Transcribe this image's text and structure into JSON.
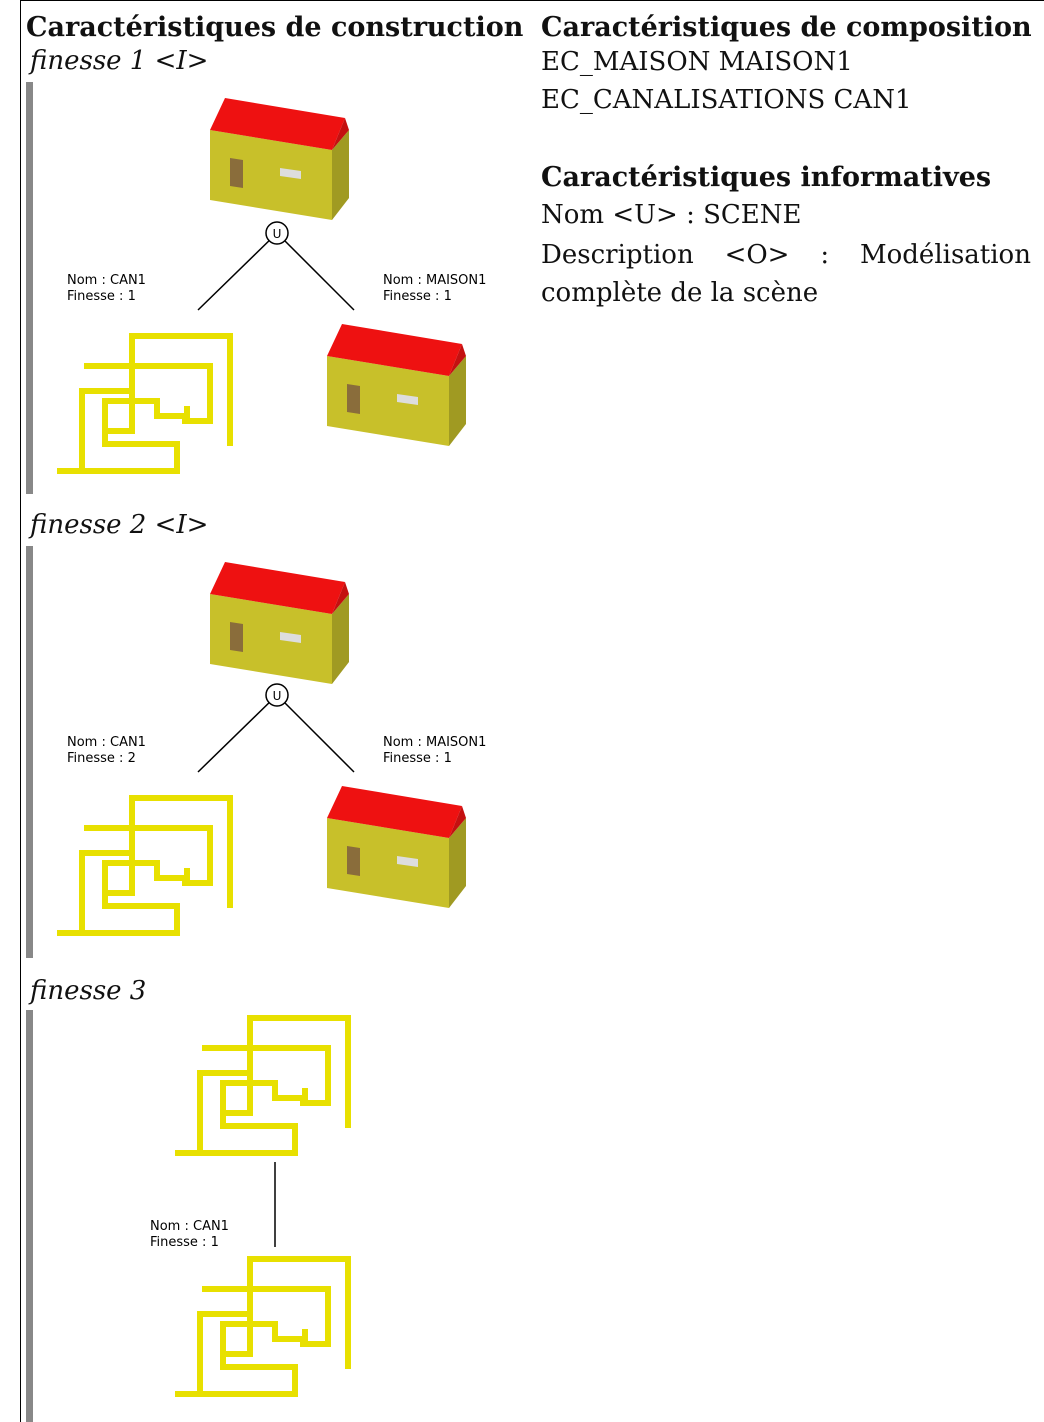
{
  "left_heading": "Caractéristiques de construction",
  "right": {
    "composition_heading": "Caractéristiques de composition",
    "composition_items": [
      "EC_MAISON MAISON1",
      "EC_CANALISATIONS CAN1"
    ],
    "informative_heading": "Caractéristiques informatives",
    "nom_line": "Nom <U> : SCENE",
    "description": {
      "word1": "Description",
      "word2": "<O>",
      "word3": ":",
      "word4": "Modélisation",
      "line2": "complète de la scène"
    }
  },
  "levels": [
    {
      "title": "finesse 1 <I>",
      "operator": "U",
      "left_child": {
        "nom": "Nom : CAN1",
        "finesse": "Finesse : 1"
      },
      "right_child": {
        "nom": "Nom : MAISON1",
        "finesse": "Finesse : 1"
      }
    },
    {
      "title": "finesse 2 <I>",
      "operator": "U",
      "left_child": {
        "nom": "Nom : CAN1",
        "finesse": "Finesse : 2"
      },
      "right_child": {
        "nom": "Nom : MAISON1",
        "finesse": "Finesse : 1"
      }
    },
    {
      "title": "finesse 3",
      "child": {
        "nom": "Nom : CAN1",
        "finesse": "Finesse : 1"
      }
    }
  ],
  "colors": {
    "roof": "#ee1111",
    "wall_front": "#c8c02a",
    "wall_side": "#a09a22",
    "door": "#8a6d3b",
    "window": "#dddddd",
    "pipe": "#e8e000",
    "bar": "#888888"
  }
}
